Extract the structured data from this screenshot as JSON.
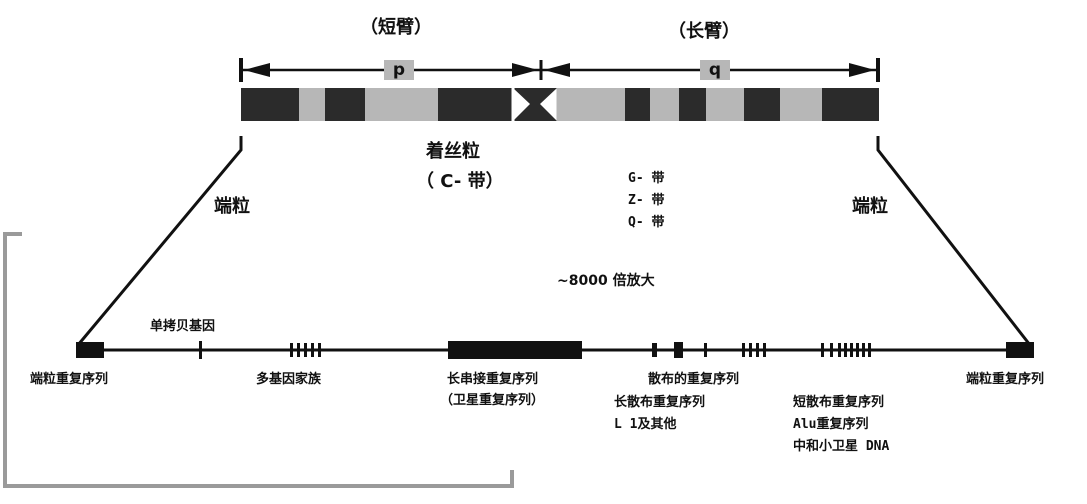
{
  "colors": {
    "dark_band": "#2b2b2b",
    "light_band": "#b7b7b7",
    "line": "#111111",
    "bracket": "#9a9a9a"
  },
  "header": {
    "short_arm": "（短臂）",
    "long_arm": "（长臂）",
    "p": "p",
    "q": "q"
  },
  "chromosome": {
    "centromere": "着丝粒",
    "centromere_sub": "（ C- 带）",
    "bands": [
      "G- 带",
      "Z- 带",
      "Q- 带"
    ],
    "telomere_left": "端粒",
    "telomere_right": "端粒",
    "magnification": "~8000 倍放大"
  },
  "dna_line": {
    "single_copy": "单拷贝基因",
    "telomere_repeat_left": "端粒重复序列",
    "multigene": "多基因家族",
    "long_tandem": "长串接重复序列",
    "satellite": "（卫星重复序列）",
    "dispersed": "散布的重复序列",
    "line_repeat": "长散布重复序列",
    "line_other": "L 1及其他",
    "sine_repeat": "短散布重复序列",
    "alu": "Alu重复序列",
    "minisat": "中和小卫星 DNA",
    "telomere_repeat_right": "端粒重复序列"
  }
}
